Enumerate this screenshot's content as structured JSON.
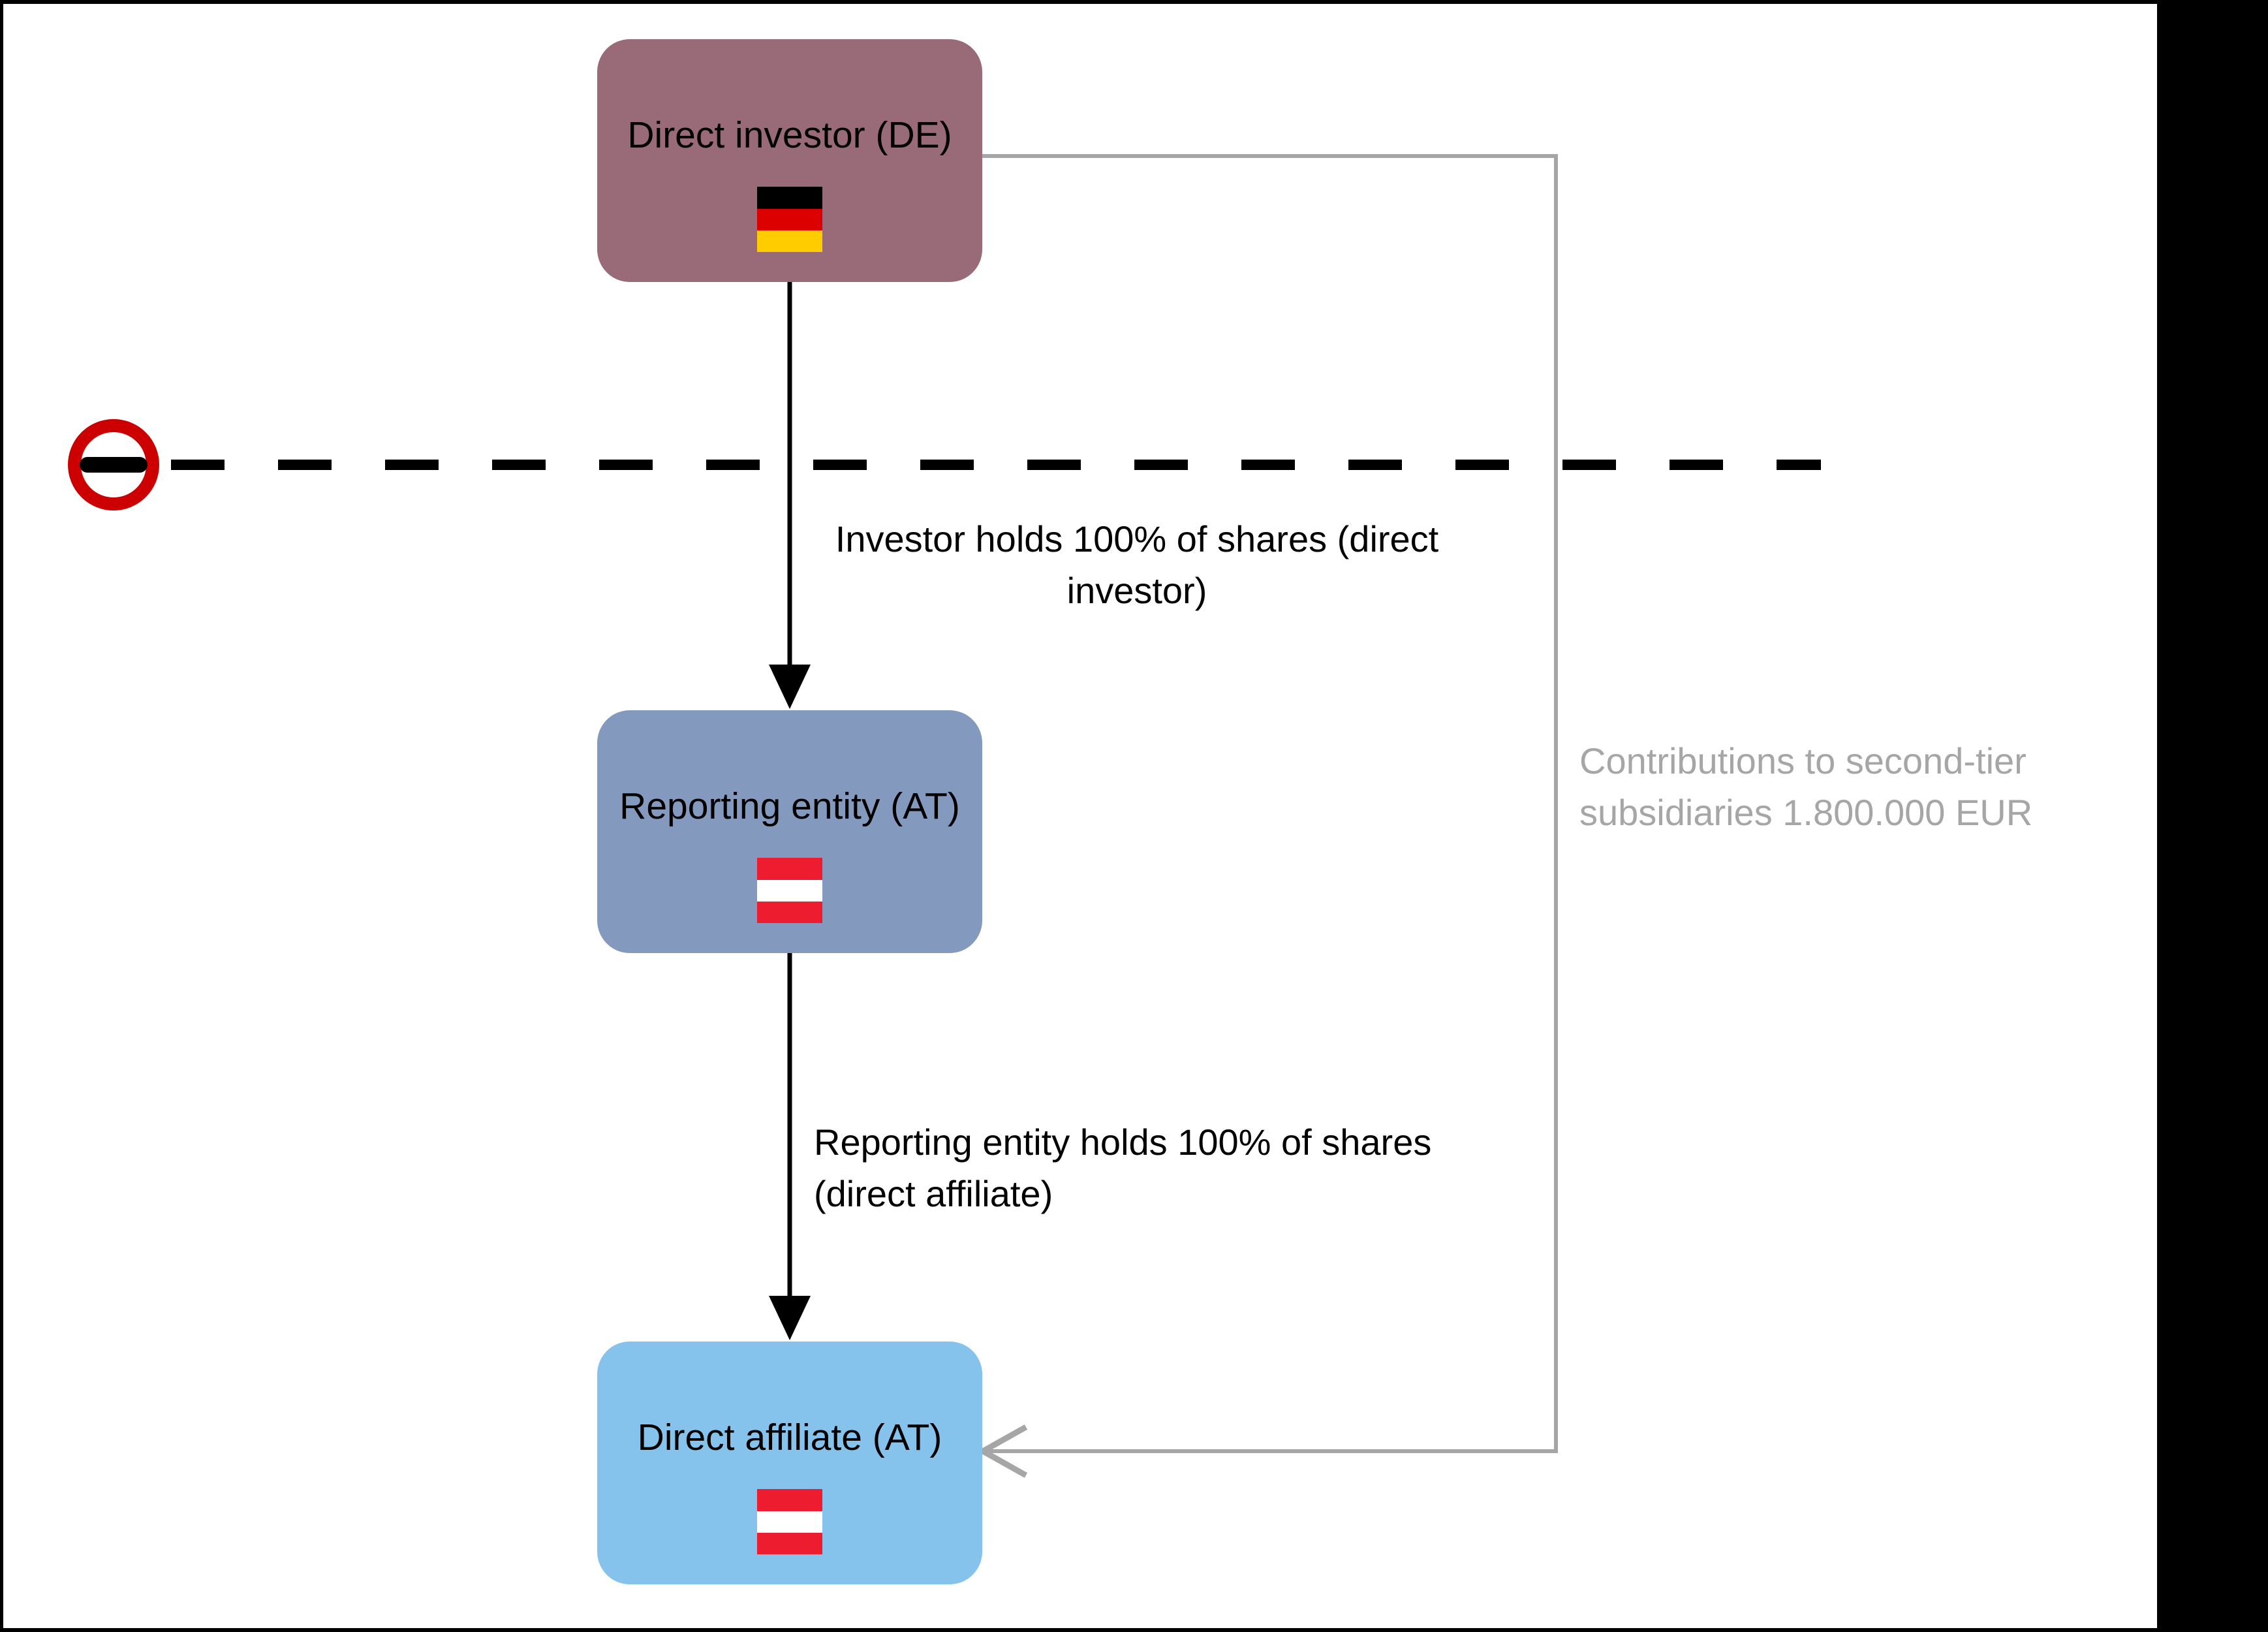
{
  "frame": {
    "background": "#FFFFFF",
    "border_color": "#000000"
  },
  "nodes": {
    "direct_investor": {
      "label": "Direct investor (DE)",
      "fill": "#996B79",
      "flag": "germany"
    },
    "reporting_entity": {
      "label": "Reporting entity (AT)",
      "fill": "#8399BE",
      "flag": "austria"
    },
    "direct_affiliate": {
      "label": "Direct affiliate (AT)",
      "fill": "#85C2EC",
      "flag": "austria"
    }
  },
  "flags": {
    "germany": {
      "name": "Germany",
      "colors": [
        "#000000",
        "#DD0000",
        "#FFCC00"
      ]
    },
    "austria": {
      "name": "Austria",
      "colors": [
        "#ED1C2E",
        "#FFFFFF",
        "#ED1C2E"
      ]
    }
  },
  "edges": {
    "investor_to_reporting": {
      "label": "Investor holds 100% of shares (direct investor)",
      "lines": [
        "Investor holds 100% of shares (direct",
        "investor)"
      ],
      "color": "#000000"
    },
    "reporting_to_affiliate": {
      "label": "Reporting entity holds 100% of shares (direct affiliate)",
      "lines": [
        "Reporting entity holds 100% of shares",
        "(direct affiliate)"
      ],
      "color": "#000000"
    },
    "contributions": {
      "label": "Contributions to second-tier subsidiaries 1.800.000 EUR",
      "lines": [
        "Contributions to second-tier",
        "subsidiaries 1.800.000 EUR"
      ],
      "color": "#A6A6A6"
    }
  },
  "boundary": {
    "line_color": "#000000",
    "no_entry": {
      "ring_color": "#CC0000",
      "bar_color": "#000000",
      "fill": "#FFFFFF"
    }
  }
}
